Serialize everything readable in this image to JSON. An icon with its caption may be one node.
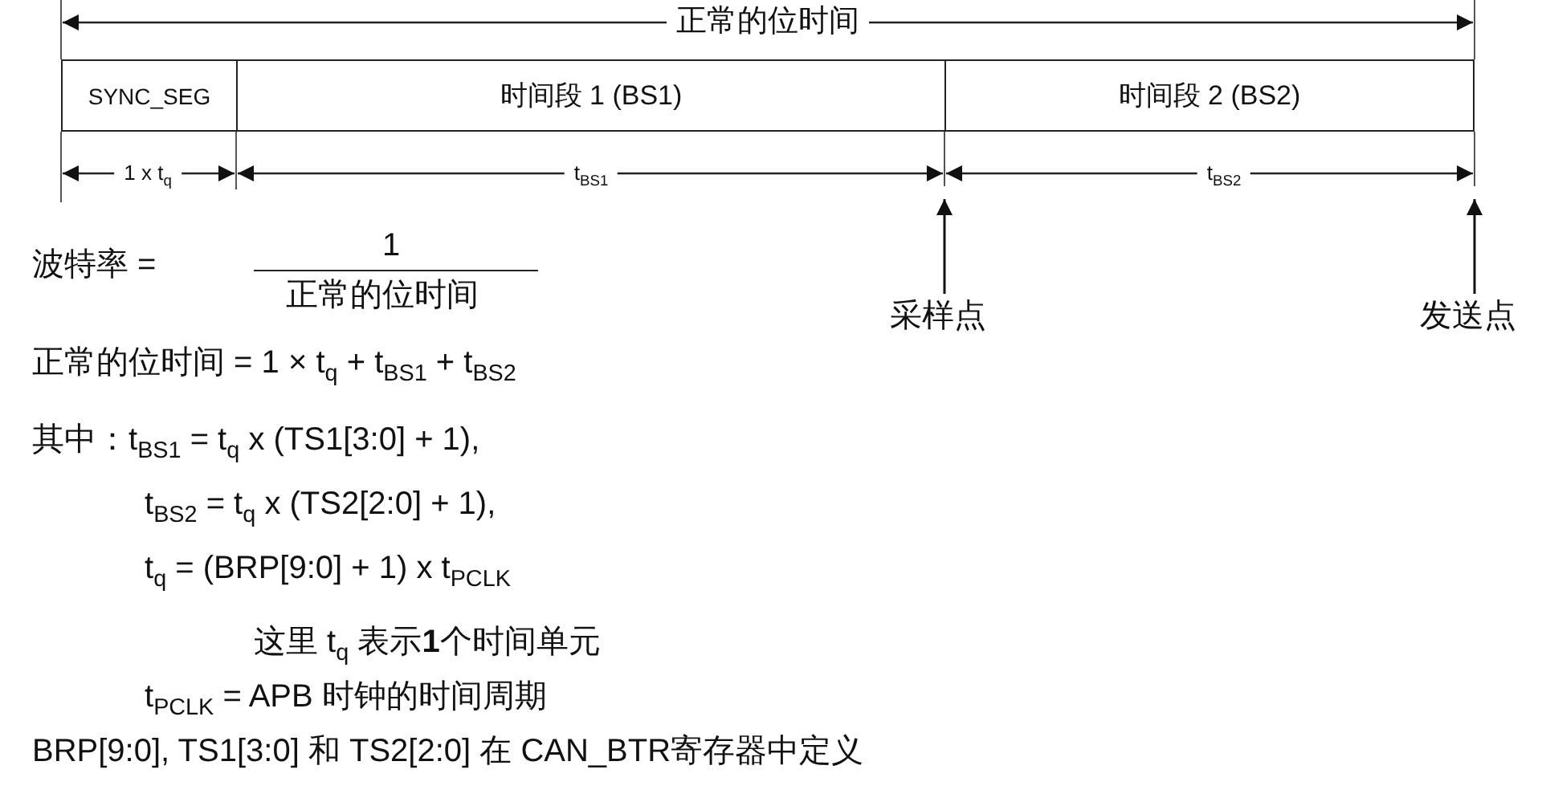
{
  "diagram": {
    "nodes": [
      {
        "text": [
          "SYNC_SEG"
        ]
      },
      {
        "text": [
          "时间段 1 (BS1)"
        ]
      },
      {
        "text": [
          "时间段 2 (BS2)"
        ]
      },
      {
        "text": [
          "采样点"
        ]
      },
      {
        "text": [
          "发送点"
        ]
      }
    ],
    "edges": [
      {
        "from": 3,
        "to": null,
        "arrow": "to"
      },
      {
        "from": 4,
        "to": null,
        "arrow": "to"
      }
    ],
    "labels": [
      "正常的位时间",
      "1 x t$_{q}$",
      "t$_{BS1}$",
      "t$_{BS2}$",
      "波特率 =",
      "1",
      "正常的位时间",
      "正常的位时间 = 1 × t$_{q}$ + t$_{BS1}$ + t$_{BS2}$",
      "其中：t$_{BS1}$ = t$_{q}$ x (TS1[3:0] + 1),",
      "t$_{BS2}$ = t$_{q}$ x (TS2[2:0] + 1),",
      "t$_{q}$ = (BRP[9:0] + 1) x t$_{PCLK}$",
      "这里 t$_{q}$ 表示**1**个时间单元",
      "t$_{PCLK}$ = APB 时钟的时间周期",
      "BRP[9:0], TS1[3:0] 和 TS2[2:0] 在 CAN_BTR寄存器中定义"
    ]
  }
}
